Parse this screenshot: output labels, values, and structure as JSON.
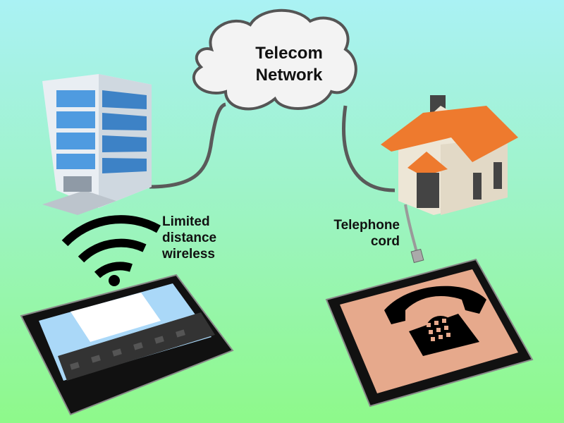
{
  "cloud": {
    "line1": "Telecom",
    "line2": "Network"
  },
  "wireless": {
    "line1": "Limited",
    "line2": "distance",
    "line3": "wireless"
  },
  "cord": {
    "line1": "Telephone",
    "line2": "cord"
  },
  "colors": {
    "roof": "#ee7a2e",
    "house_wall": "#ede6d6",
    "phone_screen": "#e6a98c",
    "cable": "#5a5a5a",
    "glass": "#5aa6e6"
  }
}
